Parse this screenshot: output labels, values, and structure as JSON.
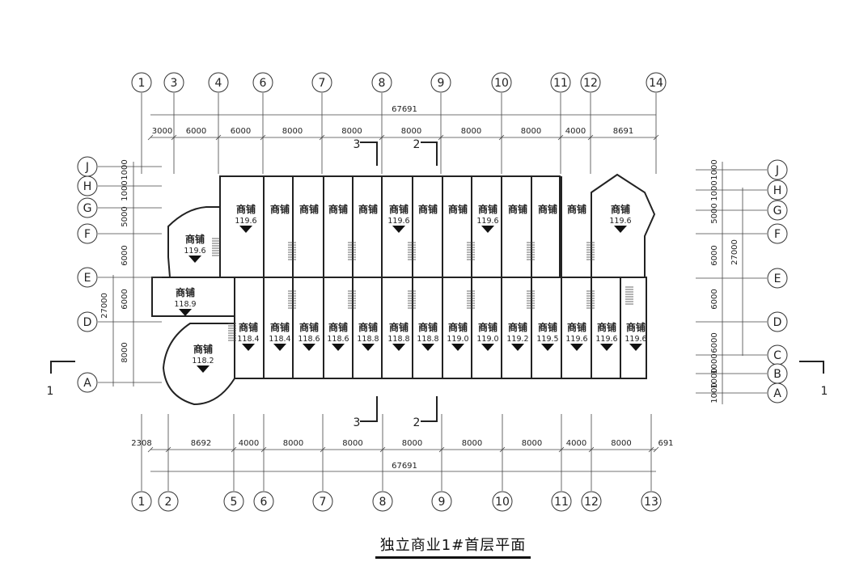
{
  "drawing": {
    "caption": "独立商业1#首层平面",
    "shop_label": "商铺",
    "total_dim": "67691",
    "left_total_dim": "27000",
    "right_total_dim": "27000",
    "top_axes": [
      "1",
      "3",
      "4",
      "6",
      "7",
      "8",
      "9",
      "10",
      "11",
      "12",
      "14"
    ],
    "bottom_axes": [
      "1",
      "2",
      "5",
      "6",
      "7",
      "8",
      "9",
      "10",
      "11",
      "12",
      "13"
    ],
    "top_dims": [
      "3000",
      "6000",
      "6000",
      "8000",
      "8000",
      "8000",
      "8000",
      "8000",
      "4000",
      "8691"
    ],
    "bottom_dims": [
      "2308",
      "8692",
      "4000",
      "8000",
      "8000",
      "8000",
      "8000",
      "8000",
      "4000",
      "8000",
      "691"
    ],
    "left_axes": [
      "J",
      "H",
      "G",
      "F",
      "E",
      "D",
      "A"
    ],
    "right_axes": [
      "J",
      "H",
      "G",
      "F",
      "E",
      "D",
      "C",
      "B",
      "A"
    ],
    "left_dims": [
      "1000",
      "1000",
      "5000",
      "6000",
      "6000",
      "8000"
    ],
    "right_dims": [
      "1000",
      "1000",
      "5000",
      "6000",
      "6000",
      "6000",
      "1000",
      "1000",
      "1000"
    ],
    "section_marks": [
      "1",
      "1",
      "2",
      "2",
      "3",
      "3"
    ],
    "top_row_elevations": [
      "119.6",
      "119.6",
      "119.6",
      "119.6"
    ],
    "left_block_elevations": [
      "119.6",
      "118.9",
      "118.2"
    ],
    "bottom_row_elevations": [
      "118.4",
      "118.4",
      "118.6",
      "118.6",
      "118.8",
      "118.8",
      "118.8",
      "119.0",
      "119.0",
      "119.2",
      "119.5",
      "119.6",
      "119.6",
      "119.6"
    ]
  }
}
